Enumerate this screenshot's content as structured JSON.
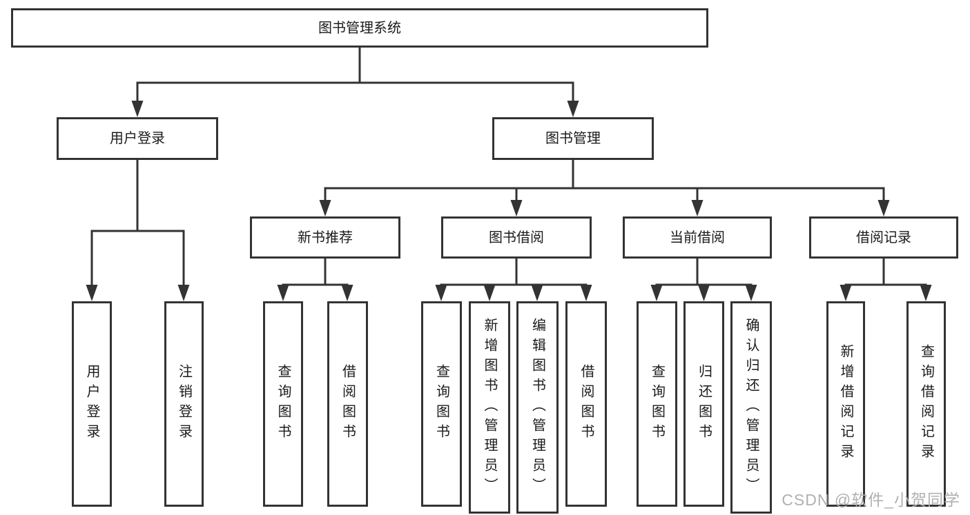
{
  "diagram": {
    "tree": {
      "label": "图书管理系统",
      "children": [
        {
          "label": "用户登录",
          "children": [
            {
              "label": "用户登录"
            },
            {
              "label": "注销登录"
            }
          ]
        },
        {
          "label": "图书管理",
          "children": [
            {
              "label": "新书推荐",
              "children": [
                {
                  "label": "查询图书"
                },
                {
                  "label": "借阅图书"
                }
              ]
            },
            {
              "label": "图书借阅",
              "children": [
                {
                  "label": "查询图书"
                },
                {
                  "label": "新增图书（管理员）"
                },
                {
                  "label": "编辑图书（管理员）"
                },
                {
                  "label": "借阅图书"
                }
              ]
            },
            {
              "label": "当前借阅",
              "children": [
                {
                  "label": "查询图书"
                },
                {
                  "label": "归还图书"
                },
                {
                  "label": "确认归还（管理员）"
                }
              ]
            },
            {
              "label": "借阅记录",
              "children": [
                {
                  "label": "新增借阅记录"
                },
                {
                  "label": "查询借阅记录"
                }
              ]
            }
          ]
        }
      ]
    },
    "watermark": "CSDN @软件_小贺同学",
    "colors": {
      "line": "#333333",
      "box_border": "#333333",
      "box_background": "#ffffff",
      "text": "#1b1b1b",
      "watermark": "#b0b0b0",
      "background": "#ffffff"
    }
  }
}
